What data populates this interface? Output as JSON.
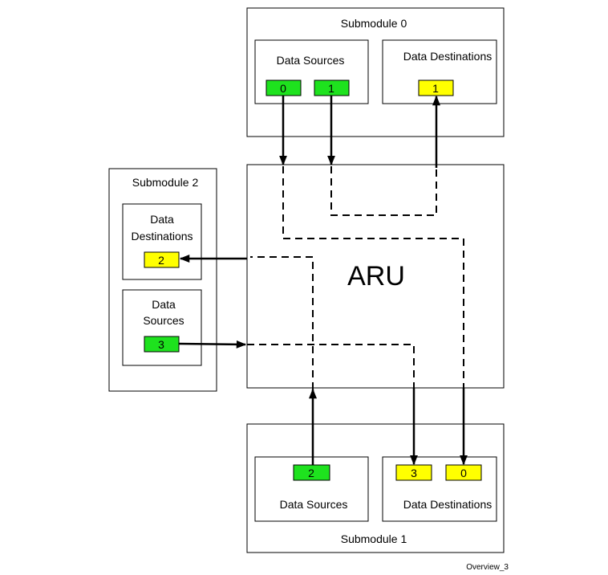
{
  "colors": {
    "source": "#1ee21e",
    "destination": "#ffff00"
  },
  "aru": {
    "label": "ARU"
  },
  "submodule0": {
    "title": "Submodule 0",
    "sources_label": "Data Sources",
    "destinations_label": "Data Destinations",
    "sources": [
      "0",
      "1"
    ],
    "destinations": [
      "1"
    ]
  },
  "submodule1": {
    "title": "Submodule 1",
    "sources_label": "Data Sources",
    "destinations_label": "Data Destinations",
    "sources": [
      "2"
    ],
    "destinations": [
      "3",
      "0"
    ]
  },
  "submodule2": {
    "title": "Submodule 2",
    "destinations_label_line1": "Data",
    "destinations_label_line2": "Destinations",
    "sources_label_line1": "Data",
    "sources_label_line2": "Sources",
    "destinations": [
      "2"
    ],
    "sources": [
      "3"
    ]
  },
  "figure_id": "Overview_3"
}
